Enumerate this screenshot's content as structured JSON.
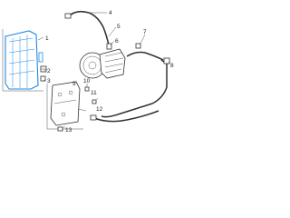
{
  "callouts": [
    "1",
    "2",
    "3",
    "4",
    "5",
    "6",
    "7",
    "8",
    "9",
    "10",
    "11",
    "12",
    "13"
  ],
  "colors": {
    "highlight": "#1e88e5",
    "linework": "#333333",
    "background": "#ffffff"
  }
}
